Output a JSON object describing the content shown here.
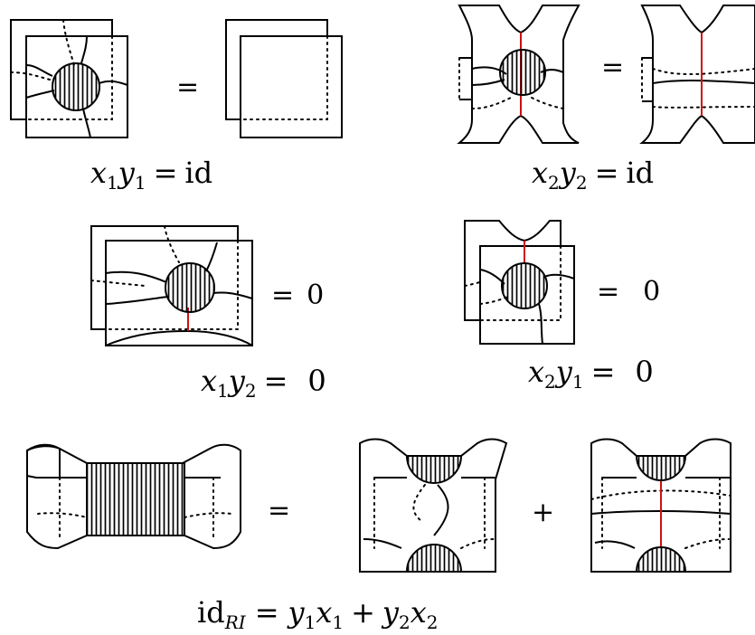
{
  "equations": {
    "eq1": {
      "lhs_var1": "x",
      "lhs_sub1": "1",
      "lhs_var2": "y",
      "lhs_sub2": "1",
      "eq": "=",
      "rhs": "id",
      "picture_eq": "="
    },
    "eq2": {
      "lhs_var1": "x",
      "lhs_sub1": "2",
      "lhs_var2": "y",
      "lhs_sub2": "2",
      "eq": "=",
      "rhs": "id",
      "picture_eq": "="
    },
    "eq3": {
      "lhs_var1": "x",
      "lhs_sub1": "1",
      "lhs_var2": "y",
      "lhs_sub2": "2",
      "eq": "=",
      "rhs": "0",
      "picture_eq": "=",
      "picture_rhs": "0"
    },
    "eq4": {
      "lhs_var1": "x",
      "lhs_sub1": "2",
      "lhs_var2": "y",
      "lhs_sub2": "1",
      "eq": "=",
      "rhs": "0",
      "picture_eq": "=",
      "picture_rhs": "0"
    },
    "eq5": {
      "id": "id",
      "id_sub": "RI",
      "eq": "=",
      "t1_var1": "y",
      "t1_sub1": "1",
      "t1_var2": "x",
      "t1_sub2": "1",
      "plus": "+",
      "t2_var1": "y",
      "t2_sub1": "2",
      "t2_var2": "x",
      "t2_sub2": "2",
      "picture_eq": "=",
      "picture_plus": "+"
    }
  },
  "colors": {
    "line": "#000000",
    "red": "#d01010",
    "background": "#ffffff"
  }
}
